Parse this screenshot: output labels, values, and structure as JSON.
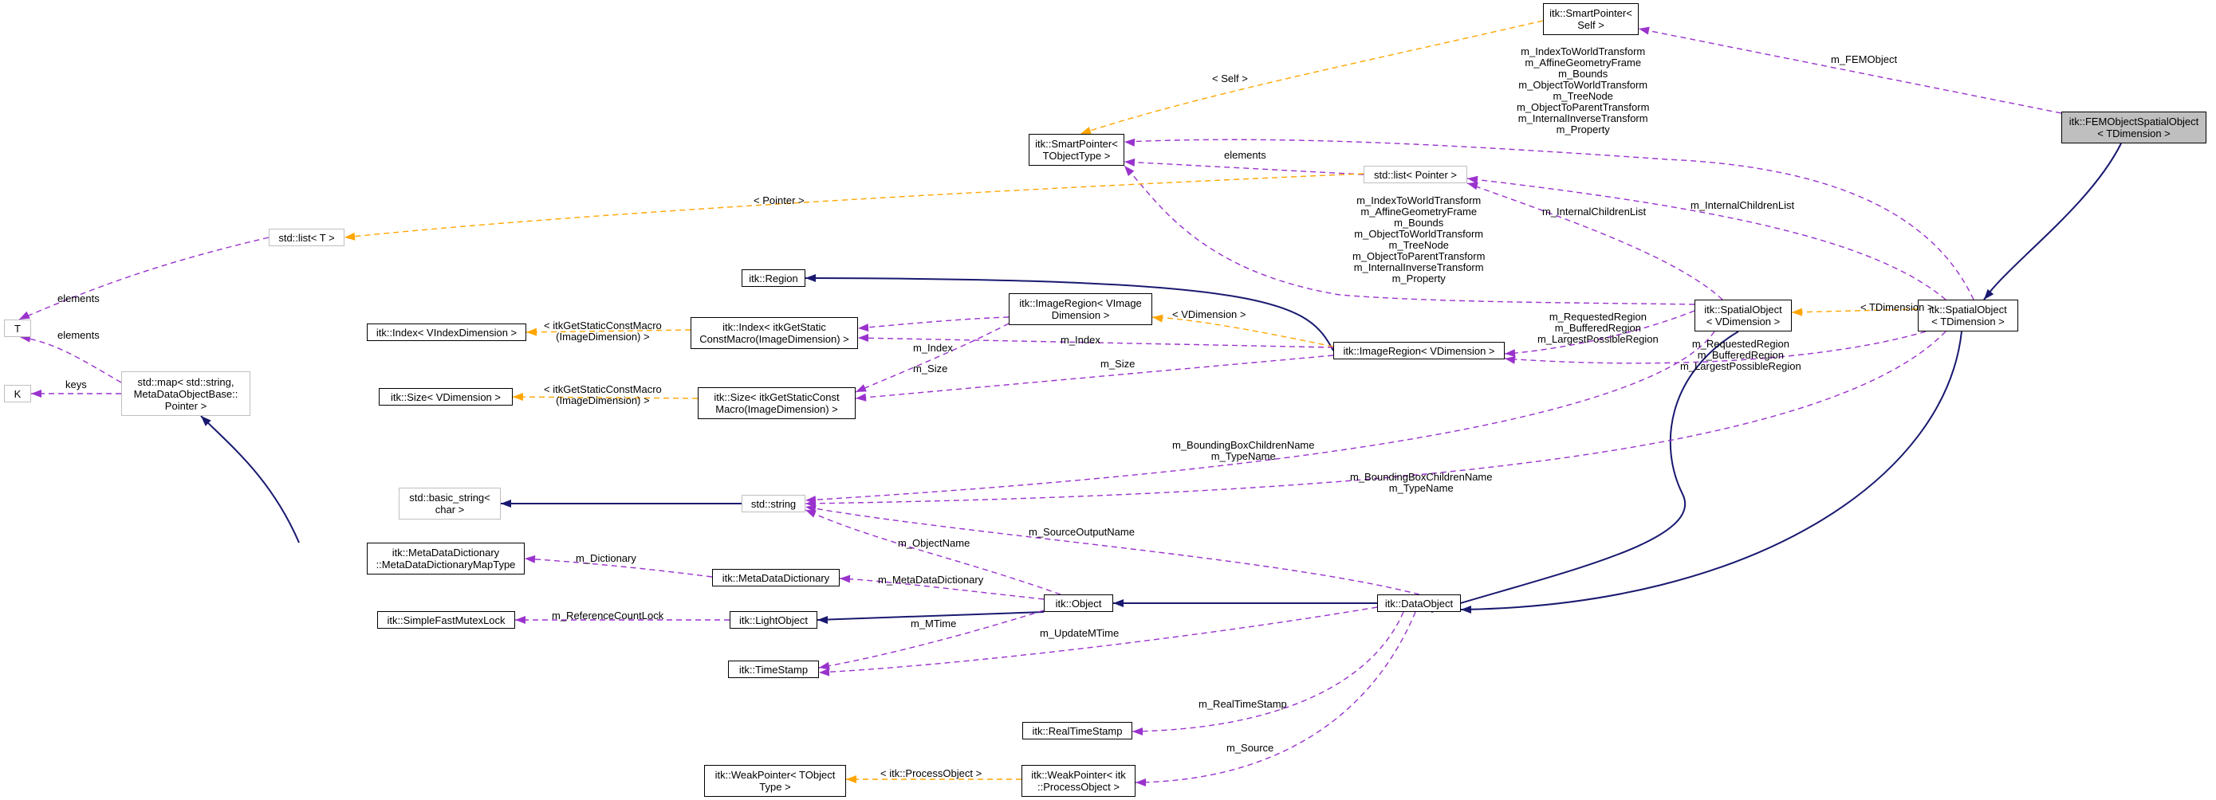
{
  "colors": {
    "inheritance": "#191970",
    "usage": "#9a32cd",
    "template": "#ffa500",
    "node_border": "#000000",
    "external_border": "#bfbfbf",
    "focus_fill": "#bfbfbf"
  },
  "nodes": [
    {
      "id": "fem",
      "lines": [
        "itk::FEMObjectSpatialObject",
        "< TDimension >"
      ],
      "style": "focus"
    },
    {
      "id": "sptr_self",
      "lines": [
        "itk::SmartPointer<",
        "Self >"
      ],
      "style": "normal"
    },
    {
      "id": "sptr_obj",
      "lines": [
        "itk::SmartPointer<",
        "TObjectType >"
      ],
      "style": "normal"
    },
    {
      "id": "list_ptr",
      "lines": [
        "std::list< Pointer >"
      ],
      "style": "external"
    },
    {
      "id": "list_t",
      "lines": [
        "std::list< T >"
      ],
      "style": "external"
    },
    {
      "id": "t",
      "lines": [
        "T"
      ],
      "style": "external"
    },
    {
      "id": "k",
      "lines": [
        "K"
      ],
      "style": "external"
    },
    {
      "id": "map",
      "lines": [
        "std::map< std::string,",
        "MetaDataObjectBase::",
        "Pointer >"
      ],
      "style": "external"
    },
    {
      "id": "region",
      "lines": [
        "itk::Region"
      ],
      "style": "normal"
    },
    {
      "id": "index_v",
      "lines": [
        "itk::Index< VIndexDimension >"
      ],
      "style": "normal"
    },
    {
      "id": "index_itk",
      "lines": [
        "itk::Index< itkGetStatic",
        "ConstMacro(ImageDimension) >"
      ],
      "style": "normal"
    },
    {
      "id": "imgreg_vimg",
      "lines": [
        "itk::ImageRegion< VImage",
        "Dimension >"
      ],
      "style": "normal"
    },
    {
      "id": "size_v",
      "lines": [
        "itk::Size< VDimension >"
      ],
      "style": "normal"
    },
    {
      "id": "size_itk",
      "lines": [
        "itk::Size< itkGetStaticConst",
        "Macro(ImageDimension) >"
      ],
      "style": "normal"
    },
    {
      "id": "imgreg_vdim",
      "lines": [
        "itk::ImageRegion< VDimension >"
      ],
      "style": "normal"
    },
    {
      "id": "spatial_v",
      "lines": [
        "itk::SpatialObject",
        "< VDimension >"
      ],
      "style": "normal"
    },
    {
      "id": "spatial_t",
      "lines": [
        "itk::SpatialObject",
        "< TDimension >"
      ],
      "style": "normal"
    },
    {
      "id": "basic_string",
      "lines": [
        "std::basic_string<",
        "char >"
      ],
      "style": "external"
    },
    {
      "id": "string",
      "lines": [
        "std::string"
      ],
      "style": "external"
    },
    {
      "id": "mdd_type",
      "lines": [
        "itk::MetaDataDictionary",
        "::MetaDataDictionaryMapType"
      ],
      "style": "normal"
    },
    {
      "id": "mdd",
      "lines": [
        "itk::MetaDataDictionary"
      ],
      "style": "normal"
    },
    {
      "id": "lock",
      "lines": [
        "itk::SimpleFastMutexLock"
      ],
      "style": "normal"
    },
    {
      "id": "light",
      "lines": [
        "itk::LightObject"
      ],
      "style": "normal"
    },
    {
      "id": "object",
      "lines": [
        "itk::Object"
      ],
      "style": "normal"
    },
    {
      "id": "dataobject",
      "lines": [
        "itk::DataObject"
      ],
      "style": "normal"
    },
    {
      "id": "timestamp",
      "lines": [
        "itk::TimeStamp"
      ],
      "style": "normal"
    },
    {
      "id": "realtime",
      "lines": [
        "itk::RealTimeStamp"
      ],
      "style": "normal"
    },
    {
      "id": "weak_t",
      "lines": [
        "itk::WeakPointer< TObject",
        "Type >"
      ],
      "style": "normal"
    },
    {
      "id": "weak_po",
      "lines": [
        "itk::WeakPointer< itk",
        "::ProcessObject >"
      ],
      "style": "normal"
    }
  ],
  "edge_labels": [
    {
      "id": "lbl_femobject",
      "lines": [
        "m_FEMObject"
      ]
    },
    {
      "id": "lbl_self",
      "lines": [
        "< Self >"
      ]
    },
    {
      "id": "lbl_spatial_t_members",
      "lines": [
        "m_IndexToWorldTransform",
        "m_AffineGeometryFrame",
        "m_Bounds",
        "m_ObjectToWorldTransform",
        "m_TreeNode",
        "m_ObjectToParentTransform",
        "m_InternalInverseTransform",
        "m_Property"
      ]
    },
    {
      "id": "lbl_elements_list",
      "lines": [
        "elements"
      ]
    },
    {
      "id": "lbl_pointer",
      "lines": [
        "< Pointer >"
      ]
    },
    {
      "id": "lbl_internal_children_t",
      "lines": [
        "m_InternalChildrenList"
      ]
    },
    {
      "id": "lbl_internal_children_v",
      "lines": [
        "m_InternalChildrenList"
      ]
    },
    {
      "id": "lbl_spatial_v_members",
      "lines": [
        "m_IndexToWorldTransform",
        "m_AffineGeometryFrame",
        "m_Bounds",
        "m_ObjectToWorldTransform",
        "m_TreeNode",
        "m_ObjectToParentTransform",
        "m_InternalInverseTransform",
        "m_Property"
      ]
    },
    {
      "id": "lbl_elements_t",
      "lines": [
        "elements"
      ]
    },
    {
      "id": "lbl_elements_t2",
      "lines": [
        "elements"
      ]
    },
    {
      "id": "lbl_keys",
      "lines": [
        "keys"
      ]
    },
    {
      "id": "lbl_regions_v",
      "lines": [
        "m_RequestedRegion",
        "m_BufferedRegion",
        "m_LargestPossibleRegion"
      ]
    },
    {
      "id": "lbl_tdimension",
      "lines": [
        "< TDimension >"
      ]
    },
    {
      "id": "lbl_regions_t",
      "lines": [
        "m_RequestedRegion",
        "m_BufferedRegion",
        "m_LargestPossibleRegion"
      ]
    },
    {
      "id": "lbl_index_macro",
      "lines": [
        "< itkGetStaticConstMacro",
        "(ImageDimension) >"
      ]
    },
    {
      "id": "lbl_m_index_a",
      "lines": [
        "m_Index"
      ]
    },
    {
      "id": "lbl_m_index_b",
      "lines": [
        "m_Index"
      ]
    },
    {
      "id": "lbl_vdimension",
      "lines": [
        "< VDimension >"
      ]
    },
    {
      "id": "lbl_m_size_a",
      "lines": [
        "m_Size"
      ]
    },
    {
      "id": "lbl_m_size_b",
      "lines": [
        "m_Size"
      ]
    },
    {
      "id": "lbl_size_macro",
      "lines": [
        "< itkGetStaticConstMacro",
        "(ImageDimension) >"
      ]
    },
    {
      "id": "lbl_bbox_v",
      "lines": [
        "m_BoundingBoxChildrenName",
        "m_TypeName"
      ]
    },
    {
      "id": "lbl_bbox_t",
      "lines": [
        "m_BoundingBoxChildrenName",
        "m_TypeName"
      ]
    },
    {
      "id": "lbl_source_output",
      "lines": [
        "m_SourceOutputName"
      ]
    },
    {
      "id": "lbl_object_name",
      "lines": [
        "m_ObjectName"
      ]
    },
    {
      "id": "lbl_dictionary",
      "lines": [
        "m_Dictionary"
      ]
    },
    {
      "id": "lbl_metadata_dict",
      "lines": [
        "m_MetaDataDictionary"
      ]
    },
    {
      "id": "lbl_refcount",
      "lines": [
        "m_ReferenceCountLock"
      ]
    },
    {
      "id": "lbl_mtime",
      "lines": [
        "m_MTime"
      ]
    },
    {
      "id": "lbl_update_mtime",
      "lines": [
        "m_UpdateMTime"
      ]
    },
    {
      "id": "lbl_realtime",
      "lines": [
        "m_RealTimeStamp"
      ]
    },
    {
      "id": "lbl_source",
      "lines": [
        "m_Source"
      ]
    },
    {
      "id": "lbl_process_object",
      "lines": [
        "< itk::ProcessObject >"
      ]
    }
  ]
}
